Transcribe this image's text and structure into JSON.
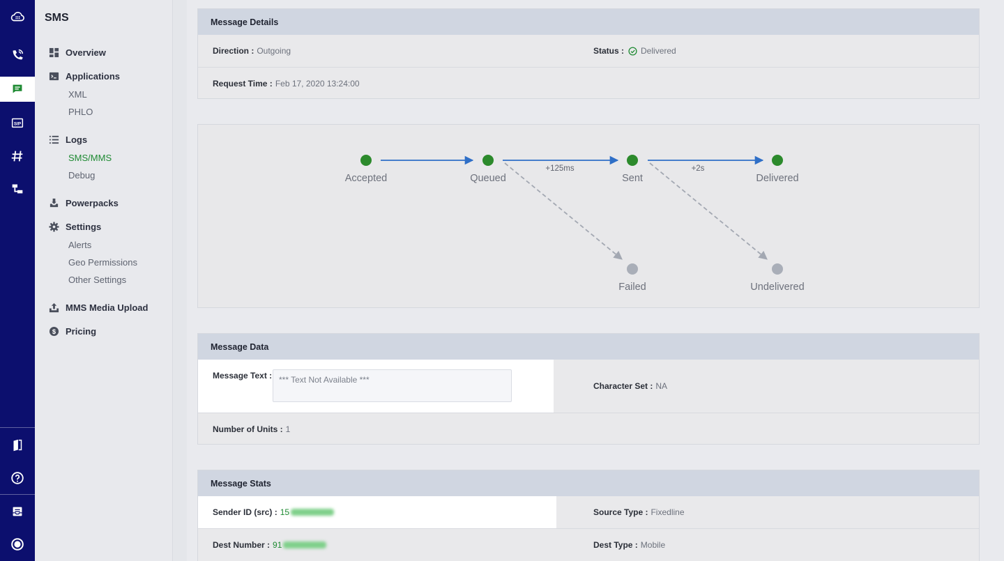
{
  "rail": {
    "items": [
      {
        "name": "cloud-logo-icon"
      },
      {
        "name": "voice-icon"
      },
      {
        "name": "sms-icon"
      },
      {
        "name": "sip-icon"
      },
      {
        "name": "numbers-icon"
      },
      {
        "name": "zentrunk-icon"
      },
      {
        "name": "docs-icon"
      },
      {
        "name": "help-icon"
      },
      {
        "name": "inbox-icon"
      },
      {
        "name": "account-icon"
      }
    ],
    "active_color": "#1e8a32"
  },
  "nav": {
    "title": "SMS",
    "overview": "Overview",
    "applications": "Applications",
    "applications_sub": [
      "XML",
      "PHLO"
    ],
    "logs": "Logs",
    "logs_sub": [
      "SMS/MMS",
      "Debug"
    ],
    "powerpacks": "Powerpacks",
    "settings": "Settings",
    "settings_sub": [
      "Alerts",
      "Geo Permissions",
      "Other Settings"
    ],
    "mms_media_upload": "MMS Media Upload",
    "pricing": "Pricing"
  },
  "message_details": {
    "title": "Message Details",
    "direction_label": "Direction :",
    "direction_value": "Outgoing",
    "status_label": "Status :",
    "status_value": "Delivered",
    "request_time_label": "Request Time :",
    "request_time_value": "Feb 17, 2020 13:24:00"
  },
  "flow": {
    "nodes": [
      "Accepted",
      "Queued",
      "Sent",
      "Delivered",
      "Failed",
      "Undelivered"
    ],
    "edge_labels": [
      "+125ms",
      "+2s"
    ],
    "success_color": "#2c8a2c",
    "inactive_color": "#a9aeb8",
    "edge_color": "#2f6fc7"
  },
  "message_data": {
    "title": "Message Data",
    "message_text_label": "Message Text :",
    "message_text_value": "*** Text Not Available ***",
    "character_set_label": "Character Set :",
    "character_set_value": "NA",
    "units_label": "Number of Units :",
    "units_value": "1"
  },
  "message_stats": {
    "title": "Message Stats",
    "sender_label": "Sender ID (src) :",
    "sender_value": "15",
    "source_type_label": "Source Type :",
    "source_type_value": "Fixedline",
    "dest_label": "Dest Number :",
    "dest_value": "91",
    "dest_type_label": "Dest Type :",
    "dest_type_value": "Mobile"
  }
}
